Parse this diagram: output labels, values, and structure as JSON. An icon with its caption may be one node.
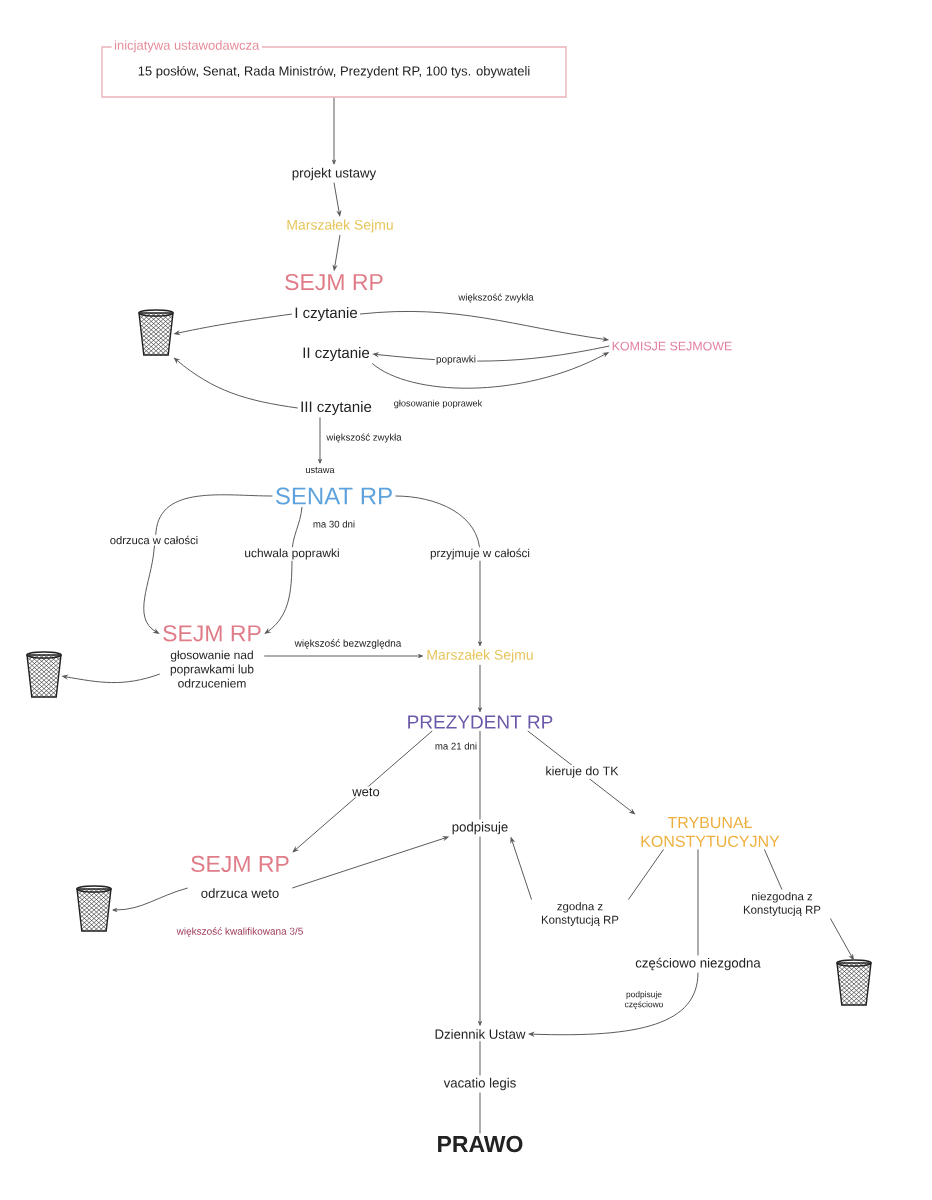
{
  "diagram": {
    "nodes": [
      {
        "text": [
          "inicjatywa ustawodawcza",
          "15 posłów, Senat, Rada Ministrów, Prezydent RP, 100 tys. obywateli"
        ]
      },
      {
        "text": [
          "projekt ustawy"
        ]
      },
      {
        "text": [
          "Marszałek Sejmu"
        ]
      },
      {
        "text": [
          "SEJM RP"
        ]
      },
      {
        "text": [],
        "shape": "bin"
      },
      {
        "text": [
          "I czytanie"
        ]
      },
      {
        "text": [
          "II czytanie"
        ]
      },
      {
        "text": [
          "KOMISJE SEJMOWE"
        ]
      },
      {
        "text": [
          "III czytanie"
        ]
      },
      {
        "text": [
          "ustawa"
        ]
      },
      {
        "text": [
          "SENAT RP"
        ],
        "beside": [
          "ma 30 dni"
        ]
      },
      {
        "text": [
          "SEJM RP",
          "głosowanie nad poprawkami lub odrzuceniem"
        ]
      },
      {
        "text": [],
        "shape": "bin"
      },
      {
        "text": [
          "Marszałek Sejmu"
        ]
      },
      {
        "text": [
          "PREZYDENT RP"
        ],
        "beside": [
          "ma 21 dni"
        ]
      },
      {
        "text": [
          "podpisuje"
        ]
      },
      {
        "text": [
          "TRYBUNAŁ KONSTYTUCYJNY"
        ]
      },
      {
        "text": [
          "SEJM RP",
          "odrzuca weto"
        ],
        "beside": [
          "większość kwalifikowana 3/5"
        ]
      },
      {
        "text": [],
        "shape": "bin"
      },
      {
        "text": [
          "zgodna z Konstytucją RP"
        ]
      },
      {
        "text": [
          "niezgodna z Konstytucją RP"
        ]
      },
      {
        "text": [],
        "shape": "bin"
      },
      {
        "text": [
          "częściowo niezgodna"
        ]
      },
      {
        "text": [
          "Dziennik Ustaw"
        ]
      },
      {
        "text": [
          "vacatio legis"
        ]
      },
      {
        "text": [
          "PRAWO"
        ]
      }
    ],
    "edges": [
      {
        "from": 0,
        "to": 1,
        "arrow": "to"
      },
      {
        "from": 1,
        "to": 2,
        "arrow": "to"
      },
      {
        "from": 2,
        "to": 3,
        "arrow": "to"
      },
      {
        "from": 5,
        "to": 7,
        "arrow": "to",
        "label": "większość zwykła"
      },
      {
        "from": 7,
        "to": 6,
        "arrow": "to",
        "label": "poprawki"
      },
      {
        "from": 6,
        "to": 7,
        "arrow": "to",
        "label": "głosowanie poprawek"
      },
      {
        "from": 5,
        "to": 4,
        "arrow": "to"
      },
      {
        "from": 8,
        "to": 4,
        "arrow": "to"
      },
      {
        "from": 8,
        "to": 9,
        "arrow": "to",
        "label": "większość zwykła"
      },
      {
        "from": 10,
        "to": 11,
        "arrow": "to",
        "label": "odrzuca w całości"
      },
      {
        "from": 10,
        "to": 11,
        "arrow": "to",
        "label": "uchwala poprawki"
      },
      {
        "from": 10,
        "to": 13,
        "arrow": "to",
        "label": "przyjmuje w całości"
      },
      {
        "from": 11,
        "to": 12,
        "arrow": "to"
      },
      {
        "from": 11,
        "to": 13,
        "arrow": "to",
        "label": "większość bezwzględna"
      },
      {
        "from": 13,
        "to": 14,
        "arrow": "to"
      },
      {
        "from": 14,
        "to": 17,
        "arrow": "to",
        "label": "weto"
      },
      {
        "from": 14,
        "to": 15,
        "arrow": "none"
      },
      {
        "from": 14,
        "to": 16,
        "arrow": "to",
        "label": "kieruje do TK"
      },
      {
        "from": 17,
        "to": 15,
        "arrow": "to"
      },
      {
        "from": 17,
        "to": 18,
        "arrow": "to"
      },
      {
        "from": 16,
        "to": 19,
        "arrow": "none"
      },
      {
        "from": 19,
        "to": 15,
        "arrow": "to"
      },
      {
        "from": 16,
        "to": 20,
        "arrow": "none"
      },
      {
        "from": 20,
        "to": 21,
        "arrow": "to"
      },
      {
        "from": 15,
        "to": 23,
        "arrow": "to"
      },
      {
        "from": 16,
        "to": 22,
        "arrow": "none"
      },
      {
        "from": 22,
        "to": 23,
        "arrow": "to",
        "label": "podpisuje częściowo"
      },
      {
        "from": 23,
        "to": 24,
        "arrow": "none"
      },
      {
        "from": 24,
        "to": 25,
        "arrow": "none"
      }
    ]
  }
}
